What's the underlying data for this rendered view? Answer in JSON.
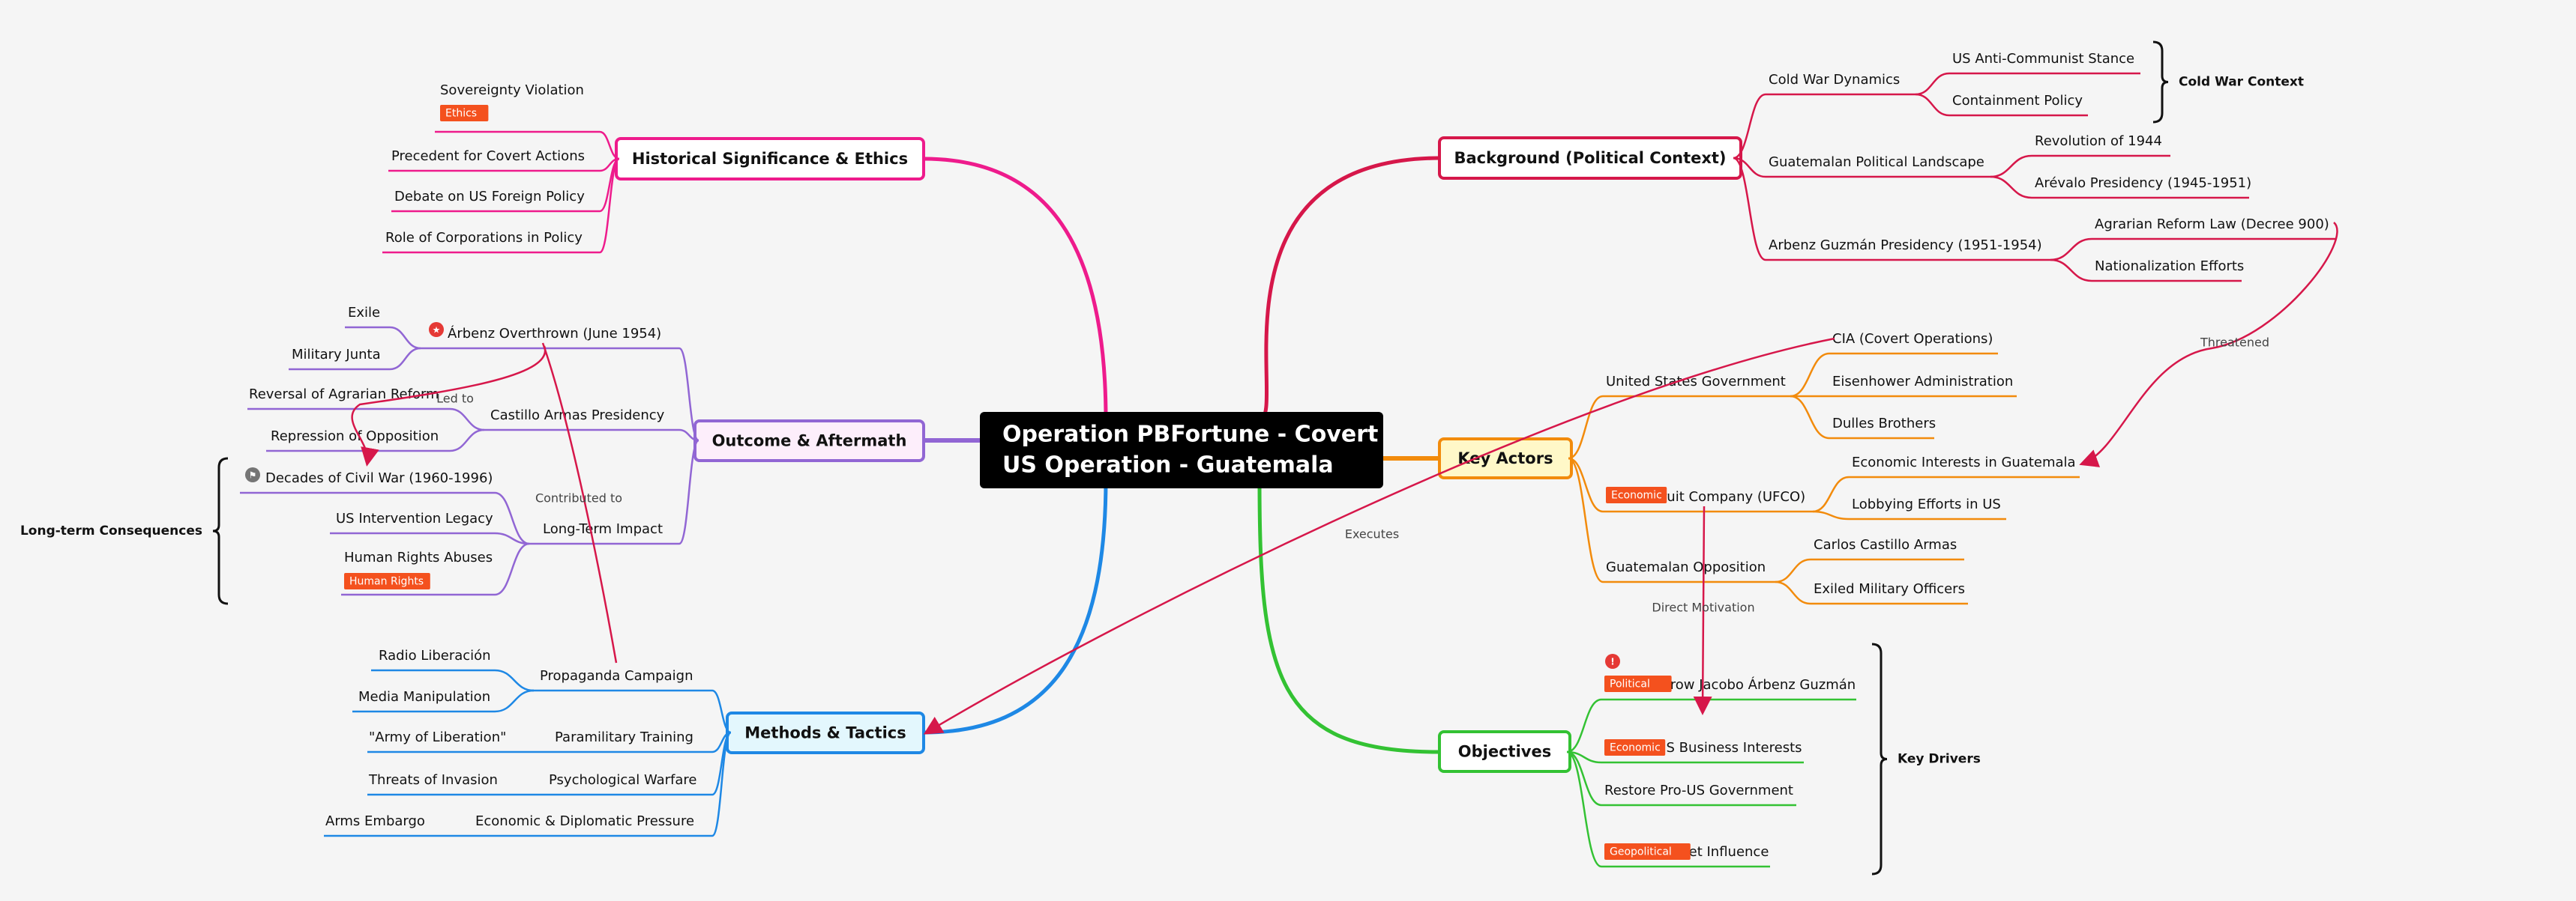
{
  "central": {
    "line1": "Operation PBFortune - Covert",
    "line2": "US Operation - Guatemala"
  },
  "branches": {
    "background": {
      "title": "Background (Political Context)",
      "color": "#d6174a",
      "items": [
        {
          "label": "Cold War Dynamics",
          "children": [
            "US Anti-Communist Stance",
            "Containment Policy"
          ]
        },
        {
          "label": "Guatemalan Political Landscape",
          "children": [
            "Revolution of 1944",
            "Arévalo Presidency (1945-1951)"
          ]
        },
        {
          "label": "Arbenz Guzmán Presidency (1951-1954)",
          "children": [
            "Agrarian Reform Law (Decree 900)",
            "Nationalization Efforts"
          ]
        }
      ]
    },
    "actors": {
      "title": "Key Actors",
      "color": "#f28b0c",
      "items": [
        {
          "label": "United States Government",
          "children": [
            "CIA (Covert Operations)",
            "Eisenhower Administration",
            "Dulles Brothers"
          ]
        },
        {
          "label": "United Fruit Company (UFCO)",
          "tag": "Economic",
          "children": [
            "Economic Interests in Guatemala",
            "Lobbying Efforts in US"
          ]
        },
        {
          "label": "Guatemalan Opposition",
          "children": [
            "Carlos Castillo Armas",
            "Exiled Military Officers"
          ]
        }
      ]
    },
    "objectives": {
      "title": "Objectives",
      "color": "#33c233",
      "items": [
        {
          "label": "Overthrow Jacobo Árbenz Guzmán",
          "tag": "Political"
        },
        {
          "label": "Protect US Business Interests",
          "tag": "Economic"
        },
        {
          "label": "Restore Pro-US Government"
        },
        {
          "label": "Prevent Soviet Influence",
          "tag": "Geopolitical"
        }
      ]
    },
    "significance": {
      "title": "Historical Significance & Ethics",
      "color": "#ee1b8c",
      "items": [
        {
          "label": "Sovereignty Violation",
          "tag": "Ethics"
        },
        {
          "label": "Precedent for Covert Actions"
        },
        {
          "label": "Debate on US Foreign Policy"
        },
        {
          "label": "Role of Corporations in Policy"
        }
      ]
    },
    "outcome": {
      "title": "Outcome & Aftermath",
      "color": "#9166d4",
      "items": [
        {
          "label": "Árbenz Overthrown (June 1954)",
          "children": [
            "Exile",
            "Military Junta"
          ]
        },
        {
          "label": "Castillo Armas Presidency",
          "children": [
            "Reversal of Agrarian Reform",
            "Repression of Opposition"
          ]
        },
        {
          "label": "Long-Term Impact",
          "children": [
            "Decades of Civil War (1960-1996)",
            "US Intervention Legacy",
            "Human Rights Abuses"
          ],
          "child_tag": "Human Rights"
        }
      ]
    },
    "methods": {
      "title": "Methods & Tactics",
      "color": "#1e88e5",
      "items": [
        {
          "label": "Propaganda Campaign",
          "children": [
            "Radio Liberación",
            "Media Manipulation"
          ]
        },
        {
          "label": "Paramilitary Training",
          "children": [
            "\"Army of Liberation\""
          ]
        },
        {
          "label": "Psychological Warfare",
          "children": [
            "Threats of Invasion"
          ]
        },
        {
          "label": "Economic & Diplomatic Pressure",
          "children": [
            "Arms Embargo"
          ]
        }
      ]
    }
  },
  "summaries": {
    "cold_war": "Cold War Context",
    "key_drivers": "Key Drivers",
    "long_term": "Long-term Consequences"
  },
  "relations": {
    "threatened": "Threatened",
    "executes": "Executes",
    "direct_motivation": "Direct Motivation",
    "led_to": "Led to",
    "contributed_to": "Contributed to"
  },
  "colors": {
    "tag": "#f4511e",
    "relation": "#d6174a",
    "central_bg": "#000000",
    "background": "#f5f5f5"
  }
}
